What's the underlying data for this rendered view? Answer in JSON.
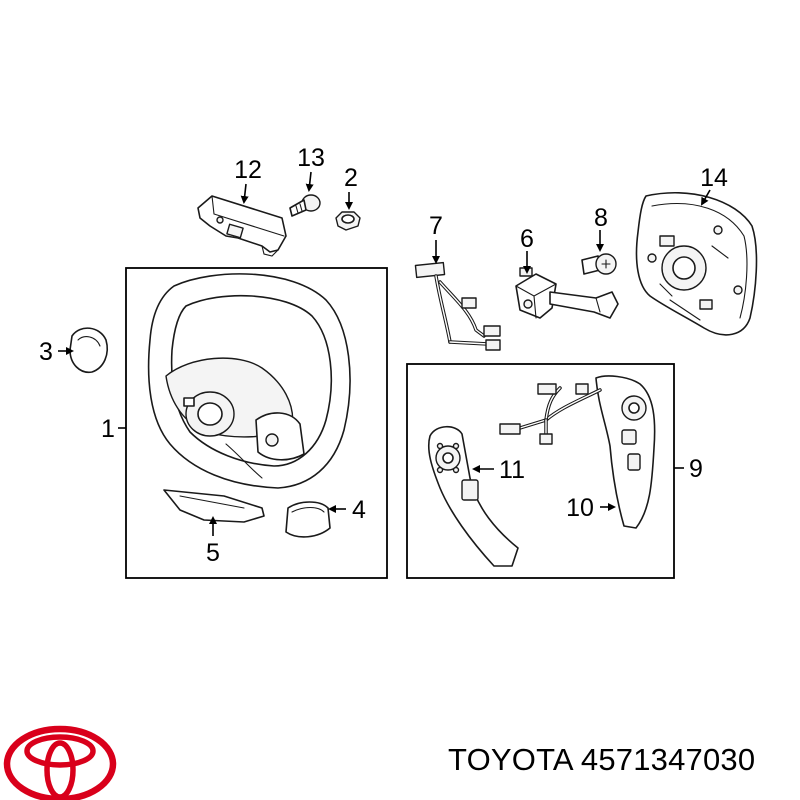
{
  "callouts": [
    {
      "id": "c1",
      "text": "1"
    },
    {
      "id": "c2",
      "text": "2"
    },
    {
      "id": "c3",
      "text": "3"
    },
    {
      "id": "c4",
      "text": "4"
    },
    {
      "id": "c5",
      "text": "5"
    },
    {
      "id": "c6",
      "text": "6"
    },
    {
      "id": "c7",
      "text": "7"
    },
    {
      "id": "c8",
      "text": "8"
    },
    {
      "id": "c9",
      "text": "9"
    },
    {
      "id": "c10",
      "text": "10"
    },
    {
      "id": "c11",
      "text": "11"
    },
    {
      "id": "c12",
      "text": "12"
    },
    {
      "id": "c13",
      "text": "13"
    },
    {
      "id": "c14",
      "text": "14"
    }
  ],
  "footer": {
    "brand_part_text": "TOYOTA 4571347030",
    "logo_icon": "toyota-logo-icon",
    "logo_color": "#d9001b"
  }
}
